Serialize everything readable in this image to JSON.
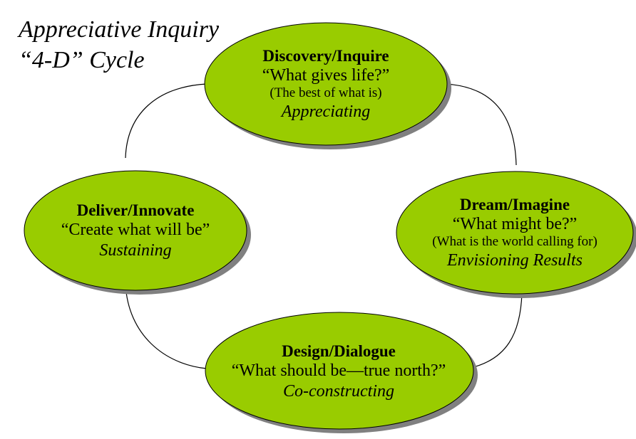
{
  "title": {
    "line1": "Appreciative Inquiry",
    "line2": "“4-D” Cycle"
  },
  "colors": {
    "node_fill": "#99cc00",
    "node_stroke": "#000000",
    "shadow": "#808080",
    "connector": "#000000"
  },
  "nodes": {
    "discovery": {
      "title": "Discovery/Inquire",
      "question": "“What gives life?”",
      "subtitle": "(The best of what is)",
      "activity": "Appreciating"
    },
    "dream": {
      "title": "Dream/Imagine",
      "question": "“What might be?”",
      "subtitle": "(What is the world calling for)",
      "activity": "Envisioning Results"
    },
    "design": {
      "title": "Design/Dialogue",
      "question": "“What should be—true north?”",
      "activity": "Co-constructing"
    },
    "deliver": {
      "title": "Deliver/Innovate",
      "question": "“Create what will be”",
      "activity": "Sustaining"
    }
  }
}
